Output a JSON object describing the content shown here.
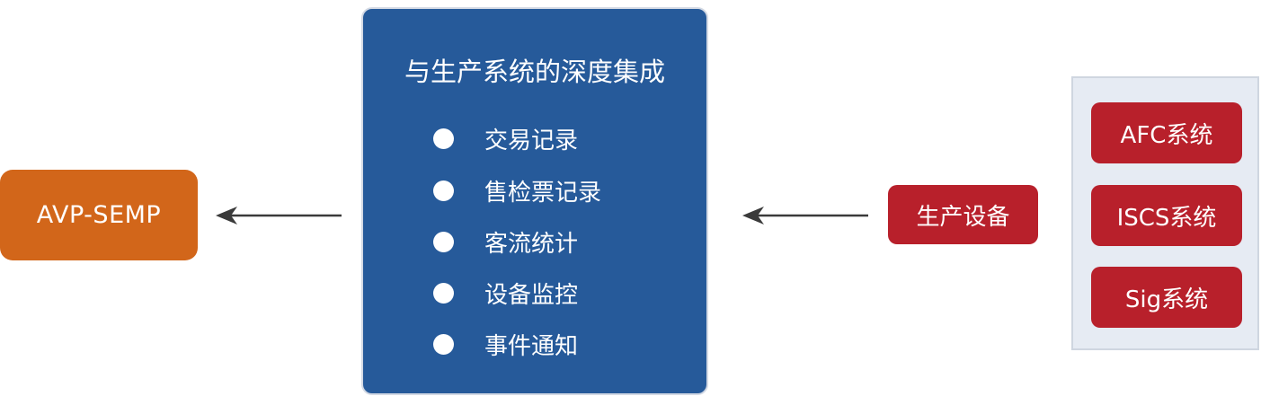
{
  "nodes": {
    "avp": {
      "label": "AVP-SEMP",
      "color": "#d2661a"
    },
    "integration": {
      "title": "与生产系统的深度集成",
      "color": "#265a9a",
      "items": [
        {
          "label": "交易记录"
        },
        {
          "label": "售检票记录"
        },
        {
          "label": "客流统计"
        },
        {
          "label": "设备监控"
        },
        {
          "label": "事件通知"
        }
      ]
    },
    "equipment": {
      "label": "生产设备",
      "color": "#b8202b"
    },
    "systems": {
      "items": [
        {
          "label": "AFC系统"
        },
        {
          "label": "ISCS系统"
        },
        {
          "label": "Sig系统"
        }
      ]
    }
  },
  "edges": [
    {
      "from": "integration",
      "to": "avp"
    },
    {
      "from": "equipment",
      "to": "integration"
    }
  ]
}
